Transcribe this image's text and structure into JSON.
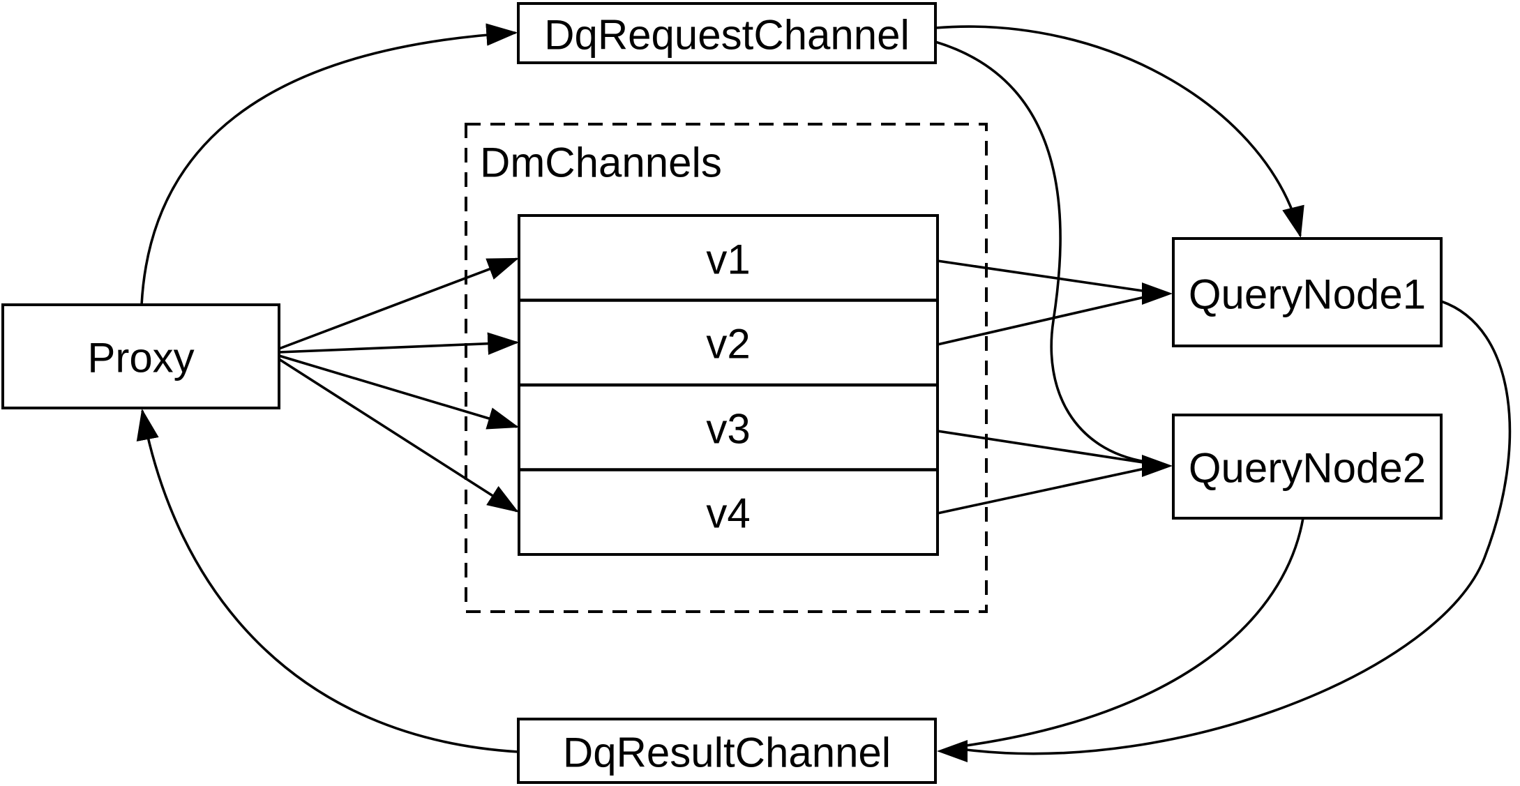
{
  "diagram": {
    "background": "#ffffff",
    "stroke_color": "#000000",
    "nodes": {
      "proxy": {
        "label": "Proxy"
      },
      "dq_request_channel": {
        "label": "DqRequestChannel"
      },
      "dm_channels_group": {
        "label": "DmChannels"
      },
      "dm_channel_rows": [
        "v1",
        "v2",
        "v3",
        "v4"
      ],
      "query_node_1": {
        "label": "QueryNode1"
      },
      "query_node_2": {
        "label": "QueryNode2"
      },
      "dq_result_channel": {
        "label": "DqResultChannel"
      }
    },
    "edges": [
      {
        "from": "Proxy",
        "to": "DqRequestChannel"
      },
      {
        "from": "DqRequestChannel",
        "to": "QueryNode1"
      },
      {
        "from": "DqRequestChannel",
        "to": "QueryNode2"
      },
      {
        "from": "Proxy",
        "to": "v1"
      },
      {
        "from": "Proxy",
        "to": "v2"
      },
      {
        "from": "Proxy",
        "to": "v3"
      },
      {
        "from": "Proxy",
        "to": "v4"
      },
      {
        "from": "v1",
        "to": "QueryNode1"
      },
      {
        "from": "v2",
        "to": "QueryNode1"
      },
      {
        "from": "v3",
        "to": "QueryNode2"
      },
      {
        "from": "v4",
        "to": "QueryNode2"
      },
      {
        "from": "QueryNode1",
        "to": "DqResultChannel"
      },
      {
        "from": "QueryNode2",
        "to": "DqResultChannel"
      },
      {
        "from": "DqResultChannel",
        "to": "Proxy"
      }
    ]
  }
}
